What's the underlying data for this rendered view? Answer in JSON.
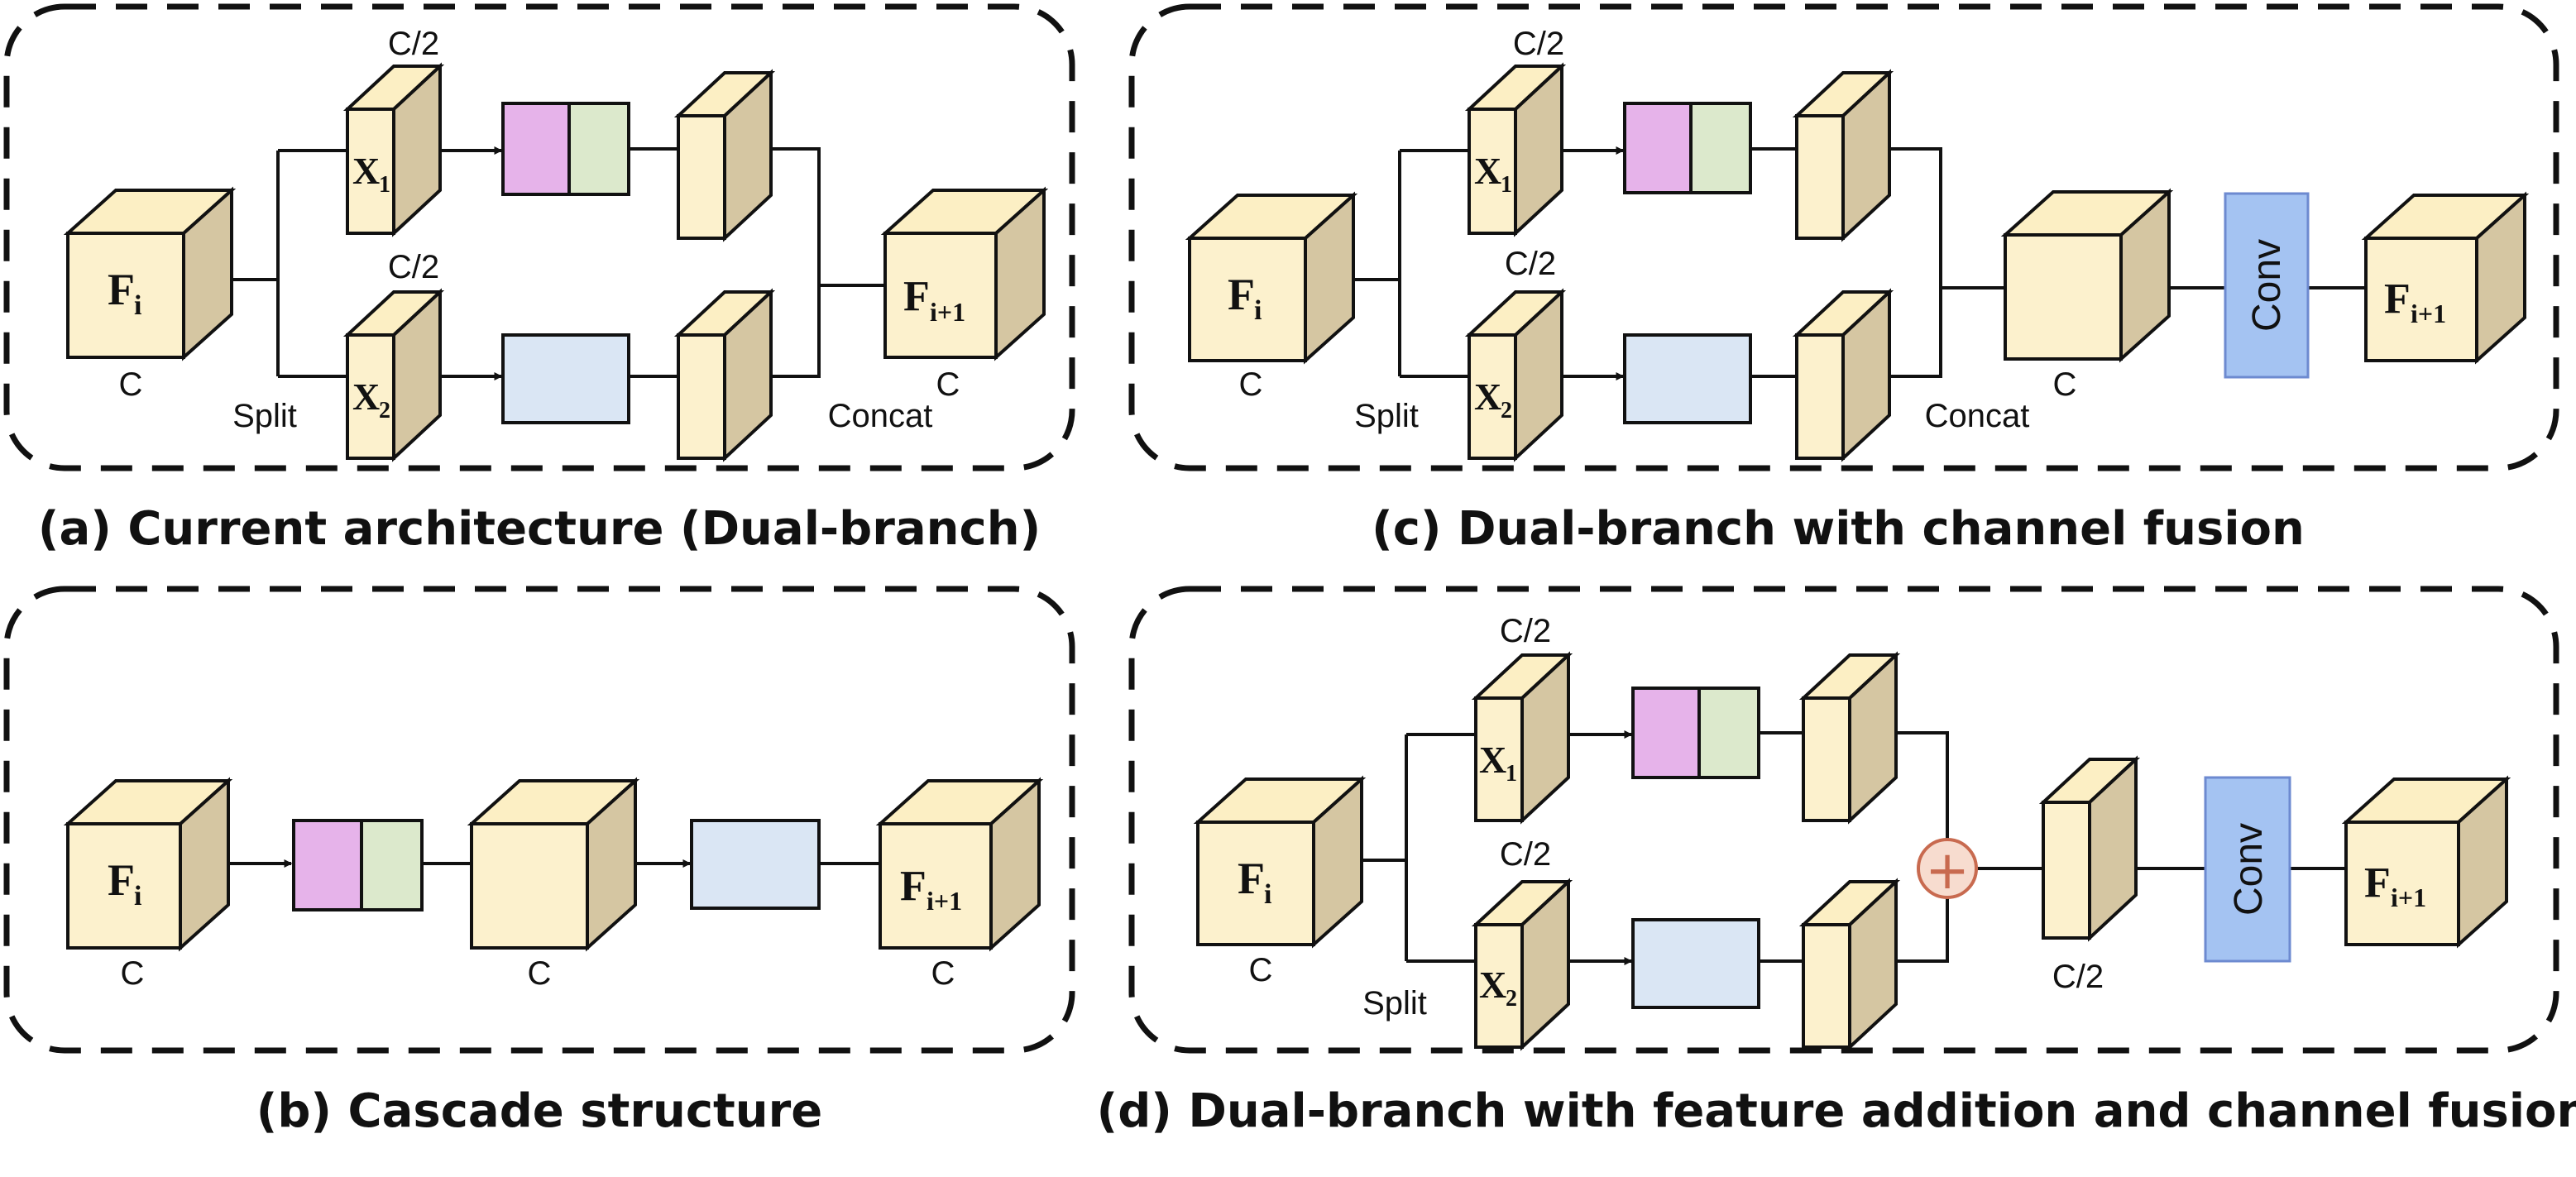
{
  "colors": {
    "cube_front": "#fcf1cd",
    "cube_top": "#fcefc4",
    "cube_side": "#d5c6a2",
    "block_pink": "#e6b3ea",
    "block_green": "#dce9cc",
    "block_blue": "#dae6f4",
    "conv_fill": "#a4c3f2",
    "conv_border": "#6d8ad0",
    "plus_fill": "#f7dccf",
    "plus_stroke": "#c86a4f"
  },
  "panels": [
    {
      "id": "a",
      "caption": "(a) Current architecture (Dual-branch)",
      "input_label": "F",
      "input_sub": "i",
      "input_channel": "C",
      "branch_top_label": "X",
      "branch_top_sub": "1",
      "branch_top_channel": "C/2",
      "branch_bottom_label": "X",
      "branch_bottom_sub": "2",
      "branch_bottom_channel": "C/2",
      "split_label": "Split",
      "concat_label": "Concat",
      "output_label": "F",
      "output_sub": "i+1",
      "output_channel": "C"
    },
    {
      "id": "b",
      "caption": "(b) Cascade structure",
      "input_label": "F",
      "input_sub": "i",
      "input_channel": "C",
      "middle_channel": "C",
      "output_label": "F",
      "output_sub": "i+1",
      "output_channel": "C"
    },
    {
      "id": "c",
      "caption": "(c) Dual-branch with channel fusion",
      "input_label": "F",
      "input_sub": "i",
      "input_channel": "C",
      "branch_top_label": "X",
      "branch_top_sub": "1",
      "branch_top_channel": "C/2",
      "branch_bottom_label": "X",
      "branch_bottom_sub": "2",
      "branch_bottom_channel": "C/2",
      "split_label": "Split",
      "concat_label": "Concat",
      "fused_channel": "C",
      "conv_label": "Conv",
      "output_label": "F",
      "output_sub": "i+1"
    },
    {
      "id": "d",
      "caption": "(d) Dual-branch with feature addition and channel fusion",
      "input_label": "F",
      "input_sub": "i",
      "input_channel": "C",
      "branch_top_label": "X",
      "branch_top_sub": "1",
      "branch_top_channel": "C/2",
      "branch_bottom_label": "X",
      "branch_bottom_sub": "2",
      "branch_bottom_channel": "C/2",
      "split_label": "Split",
      "add_symbol": "+",
      "added_channel": "C/2",
      "conv_label": "Conv",
      "output_label": "F",
      "output_sub": "i+1"
    }
  ]
}
